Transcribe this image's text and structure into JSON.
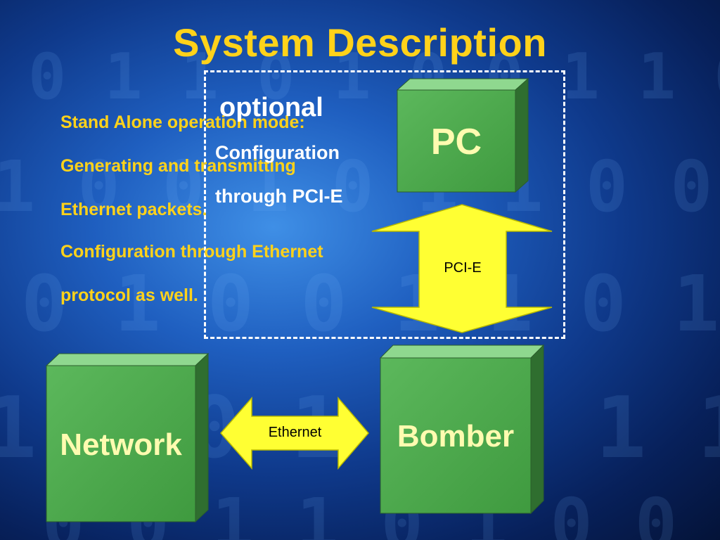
{
  "slide": {
    "title": "System Description",
    "bullets": [
      "Stand Alone operation mode:",
      "Generating and transmitting",
      "Ethernet packets.",
      "Configuration through Ethernet",
      "protocol as well."
    ],
    "optional": {
      "label": "optional",
      "config_line1": "Configuration",
      "config_line2": "through PCI-E"
    }
  },
  "blocks": {
    "pc": "PC",
    "network": "Network",
    "bomber": "Bomber"
  },
  "links": {
    "pcie": "PCI-E",
    "ethernet": "Ethernet"
  },
  "colors": {
    "title": "#ffd21a",
    "box_front": "#4fa84f",
    "box_top": "#8fd88f",
    "box_side": "#2f6e2f",
    "arrow": "#ffff33"
  }
}
